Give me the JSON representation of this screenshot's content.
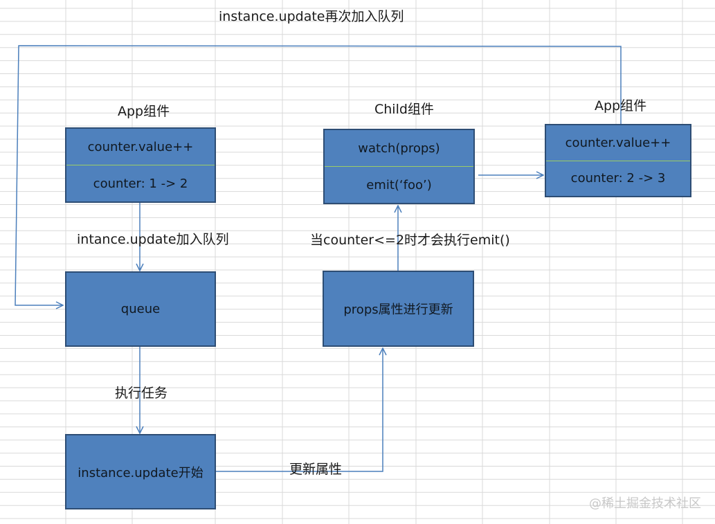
{
  "labels": {
    "top_loop": "instance.update再次加入队列",
    "app_title_left": "App组件",
    "child_title": "Child组件",
    "app_title_right": "App组件",
    "add_queue": "intance.update加入队列",
    "emit_condition": "当counter<=2时才会执行emit()",
    "run_task": "执行任务",
    "update_props": "更新属性"
  },
  "boxes": {
    "app_left": {
      "top": "counter.value++",
      "bottom": "counter: 1 -> 2"
    },
    "child": {
      "top": "watch(props)",
      "bottom": "emit(‘foo’)"
    },
    "app_right": {
      "top": "counter.value++",
      "bottom": "counter: 2 -> 3"
    },
    "queue": "queue",
    "props_update": "props属性进行更新",
    "instance_start": "instance.update开始"
  },
  "watermark": "@稀土掘金技术社区",
  "colors": {
    "box_fill": "#4f81bd",
    "box_border": "#2d4d74",
    "connector": "#4a7ebb",
    "grid": "#d9d9d9"
  }
}
